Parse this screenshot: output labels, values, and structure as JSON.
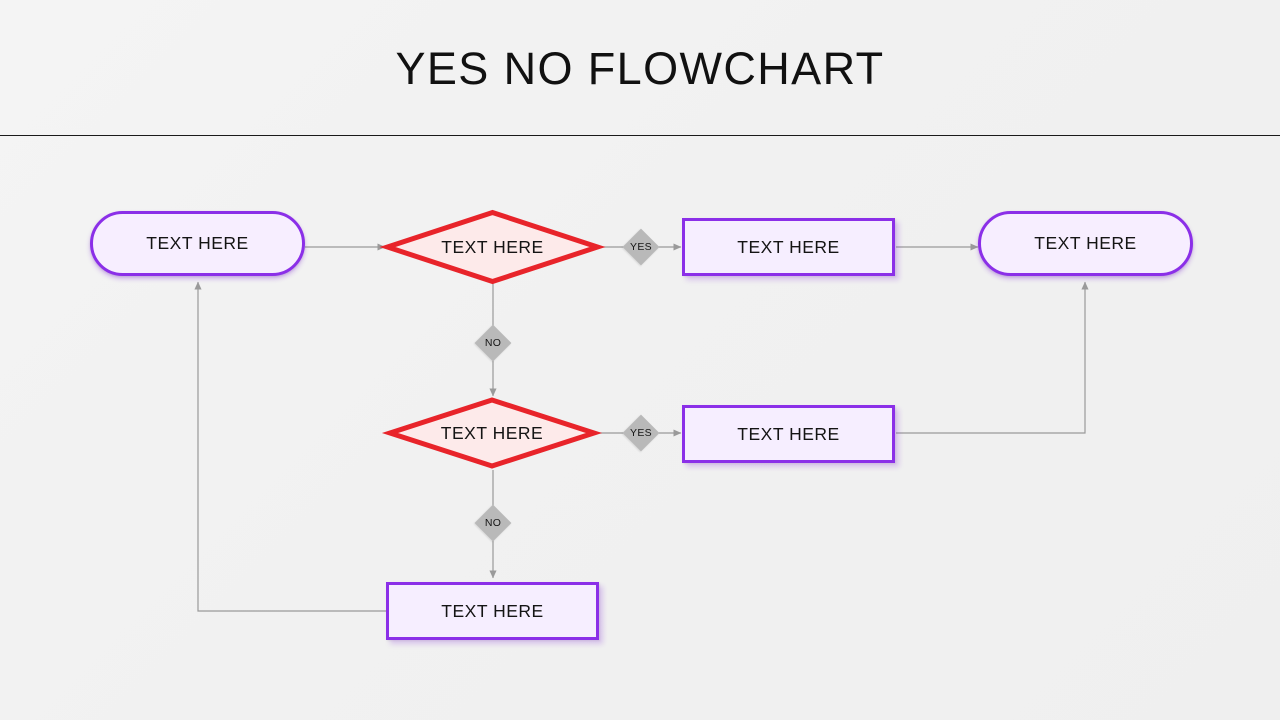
{
  "header": {
    "title": "YES NO FLOWCHART"
  },
  "flowchart": {
    "nodes": [
      {
        "id": "start",
        "type": "terminator",
        "label": "TEXT HERE"
      },
      {
        "id": "decision1",
        "type": "decision",
        "label": "TEXT HERE"
      },
      {
        "id": "process1",
        "type": "process",
        "label": "TEXT HERE"
      },
      {
        "id": "end",
        "type": "terminator",
        "label": "TEXT HERE"
      },
      {
        "id": "decision2",
        "type": "decision",
        "label": "TEXT HERE"
      },
      {
        "id": "process2",
        "type": "process",
        "label": "TEXT HERE"
      },
      {
        "id": "process3",
        "type": "process",
        "label": "TEXT HERE"
      }
    ],
    "edge_labels": [
      {
        "id": "yes1",
        "text": "YES"
      },
      {
        "id": "no1",
        "text": "NO"
      },
      {
        "id": "yes2",
        "text": "YES"
      },
      {
        "id": "no2",
        "text": "NO"
      }
    ],
    "colors": {
      "node_border_purple": "#8b2fe8",
      "node_fill_purple": "#f6eeff",
      "decision_border_red": "#e8242a",
      "decision_fill_red": "#fdeaea",
      "marker_gray": "#b9b9b9",
      "connector_gray": "#9a9a9a",
      "background": "#f2f2f2",
      "title_color": "#111111"
    }
  }
}
